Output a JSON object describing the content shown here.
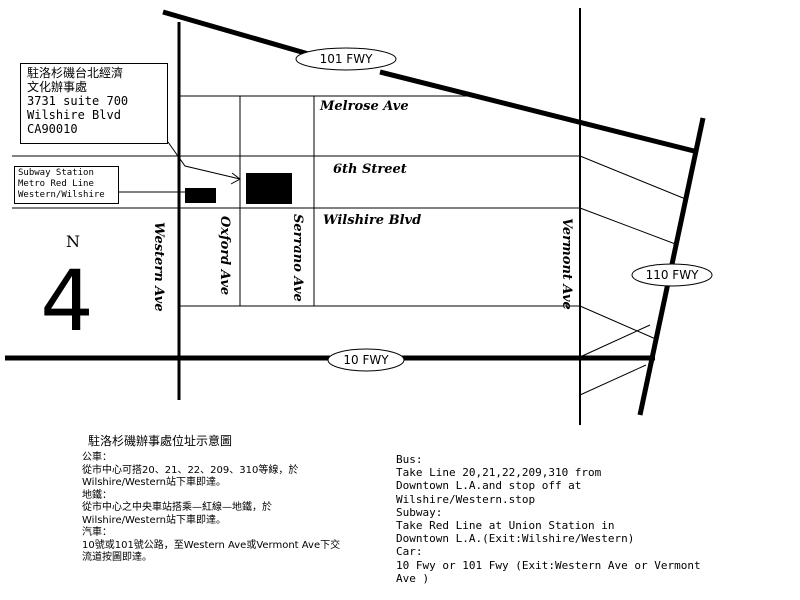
{
  "colors": {
    "ink": "#000000",
    "paper": "#ffffff"
  },
  "streets": {
    "melrose": "Melrose  Ave",
    "sixth": "6th  Street",
    "wilshire": "Wilshire  Blvd",
    "western": "Western  Ave",
    "oxford": "Oxford  Ave",
    "serrano": "Serrano Ave",
    "vermont": "Vermont Ave"
  },
  "freeways": {
    "fwy101": "101  FWY",
    "fwy110": "110 FWY",
    "fwy10": "10 FWY"
  },
  "office_callout": {
    "lines": [
      "駐洛杉磯台北經濟",
      "文化辦事處",
      "3731 suite 700",
      "Wilshire Blvd",
      "CA90010"
    ]
  },
  "subway_callout": {
    "lines": [
      "Subway Station",
      "Metro Red Line",
      "Western/Wilshire"
    ]
  },
  "north_arrow": {
    "letter": "N",
    "symbol": "4",
    "icon": "north-arrow-icon"
  },
  "chinese_directions": {
    "title": "駐洛杉磯辦事處位址示意圖",
    "lines": [
      "公車：",
      "從市中心可搭20、21、22、209、310等線，於",
      "Wilshire/Western站下車即達。",
      "地鐵：",
      "從市中心之中央車站搭乘—紅線—地鐵，於",
      "Wilshire/Western站下車即達。",
      "汽車：",
      "10號或101號公路，至Western Ave或Vermont Ave下交",
      "流道按圖即達。"
    ]
  },
  "english_directions": {
    "lines": [
      "Bus:",
      "Take Line 20,21,22,209,310 from",
      "Downtown L.A.and stop off at",
      "Wilshire/Western.stop",
      "Subway:",
      "Take Red Line at Union Station in",
      "Downtown L.A.(Exit:Wilshire/Western)",
      "Car:",
      "10 Fwy or 101 Fwy (Exit:Western Ave or Vermont",
      " Ave )"
    ]
  }
}
